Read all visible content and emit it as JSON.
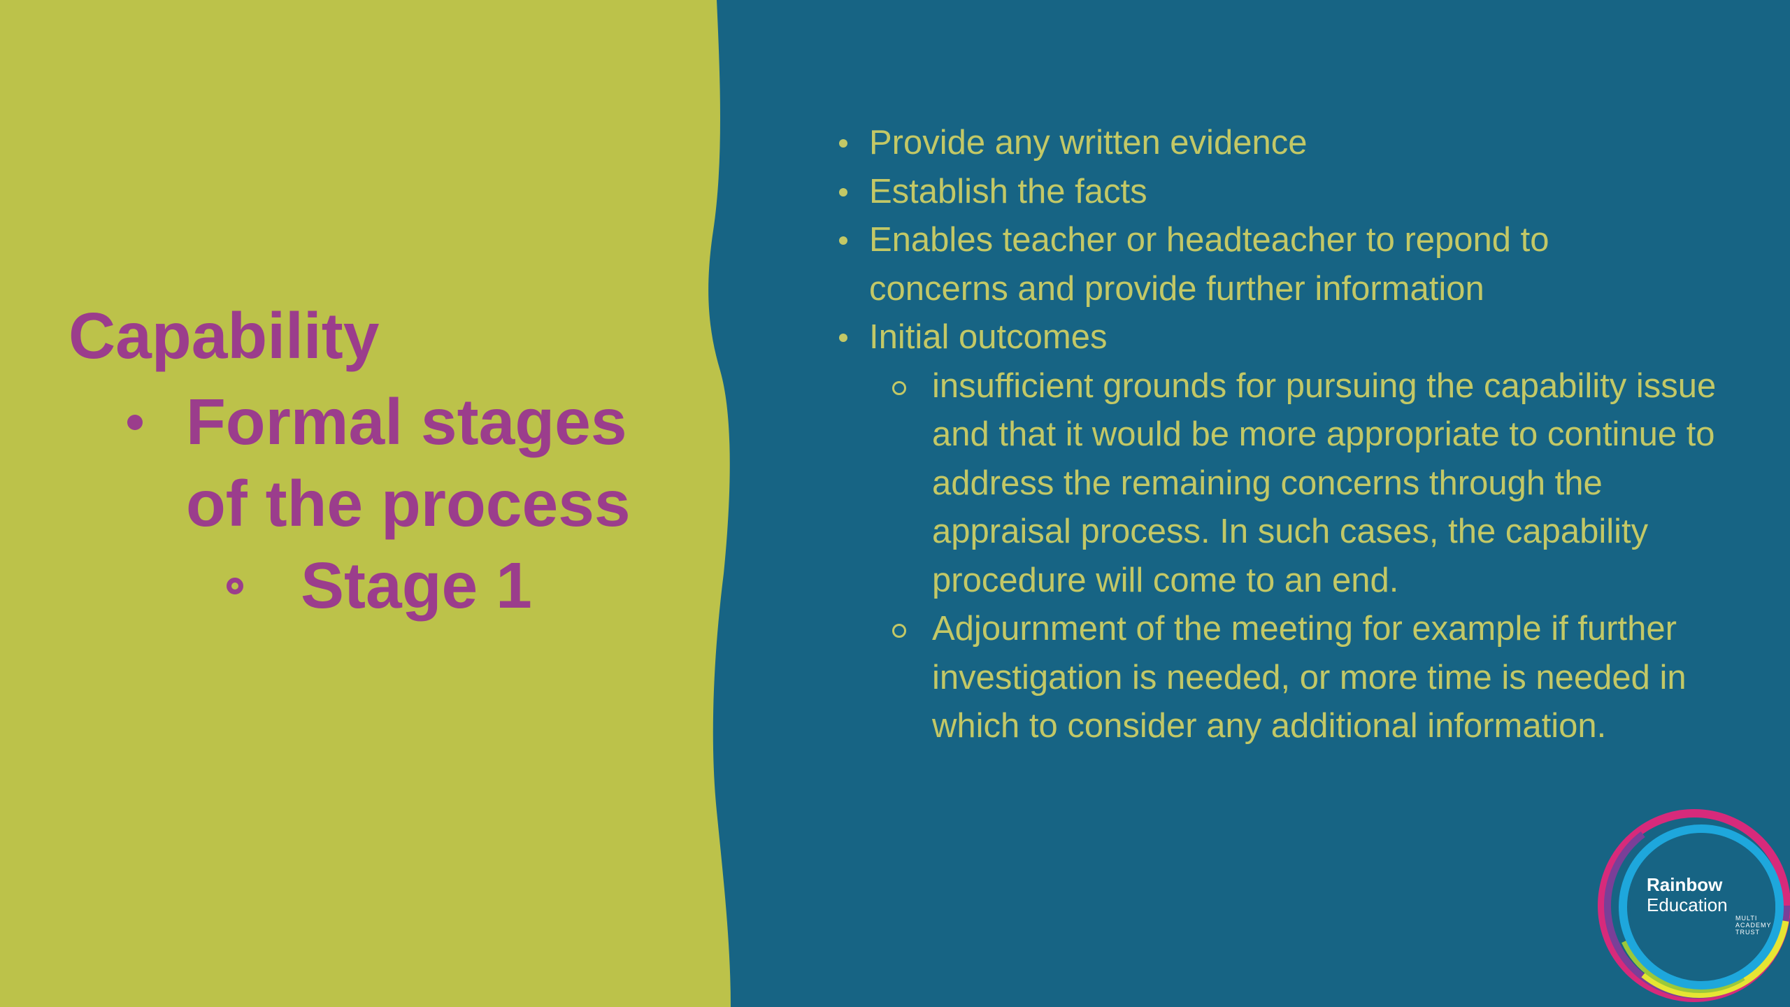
{
  "slide": {
    "colors": {
      "left_bg": "#bcc24a",
      "right_bg": "#176484",
      "title_color": "#9b3d8c",
      "body_text_color": "#c3c866"
    },
    "left": {
      "title": "Capability",
      "bullet": "Formal stages of the process",
      "sub_bullet": "Stage 1"
    },
    "right": {
      "items": [
        {
          "text": "Provide any written evidence"
        },
        {
          "text": "Establish the facts"
        },
        {
          "text": "Enables teacher or headteacher to  repond to concerns and provide further information"
        },
        {
          "text": "Initial outcomes"
        }
      ],
      "sub_items": [
        {
          "text": "insufficient grounds for pursuing the capability issue and that it would be more appropriate to continue to address the remaining concerns through the appraisal process. In such cases, the capability procedure will come to an end."
        },
        {
          "text": "Adjournment of the meeting for example if further investigation is needed, or  more time is needed in which to consider any additional information."
        }
      ]
    },
    "logo": {
      "line1": "Rainbow",
      "line2": "Education",
      "line3a": "MULTI",
      "line3b": "ACADEMY",
      "line3c": "TRUST",
      "ring_colors": [
        "#e6e533",
        "#9bc83a",
        "#1ea7dc",
        "#2c5fb0",
        "#7a3f98",
        "#d72a7b"
      ]
    }
  }
}
